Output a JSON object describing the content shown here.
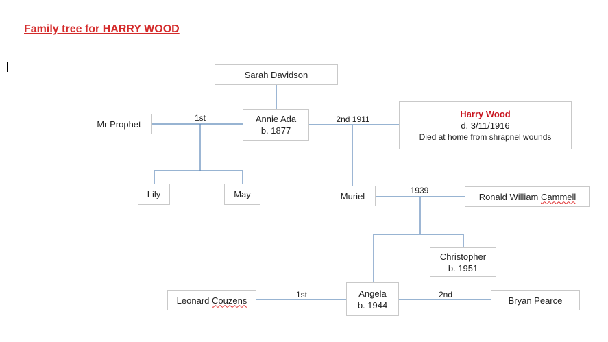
{
  "title": "Family tree for HARRY WOOD",
  "people": {
    "sarah": {
      "name": "Sarah Davidson"
    },
    "annie": {
      "name": "Annie Ada",
      "detail": "b. 1877"
    },
    "mr_prophet": {
      "name": "Mr Prophet"
    },
    "harry": {
      "name": "Harry Wood",
      "detail": "d. 3/11/1916",
      "note": "Died at home from shrapnel wounds"
    },
    "lily": {
      "name": "Lily"
    },
    "may": {
      "name": "May"
    },
    "muriel": {
      "name": "Muriel"
    },
    "ronald": {
      "name_a": "Ronald William ",
      "name_b": "Cammell"
    },
    "christopher": {
      "name": "Christopher",
      "detail": "b. 1951"
    },
    "angela": {
      "name": "Angela",
      "detail": "b. 1944"
    },
    "leonard": {
      "name_a": "Leonard ",
      "name_b": "Couzens"
    },
    "bryan": {
      "name": "Bryan Pearce"
    }
  },
  "marriages": {
    "annie_prophet": "1st",
    "annie_harry": "2nd 1911",
    "muriel_ronald": "1939",
    "angela_leonard": "1st",
    "angela_bryan": "2nd"
  },
  "colors": {
    "title": "#d42b2b",
    "harry_name": "#c8141e",
    "connector": "#5b86b8",
    "box_border": "#c9c9c9"
  }
}
